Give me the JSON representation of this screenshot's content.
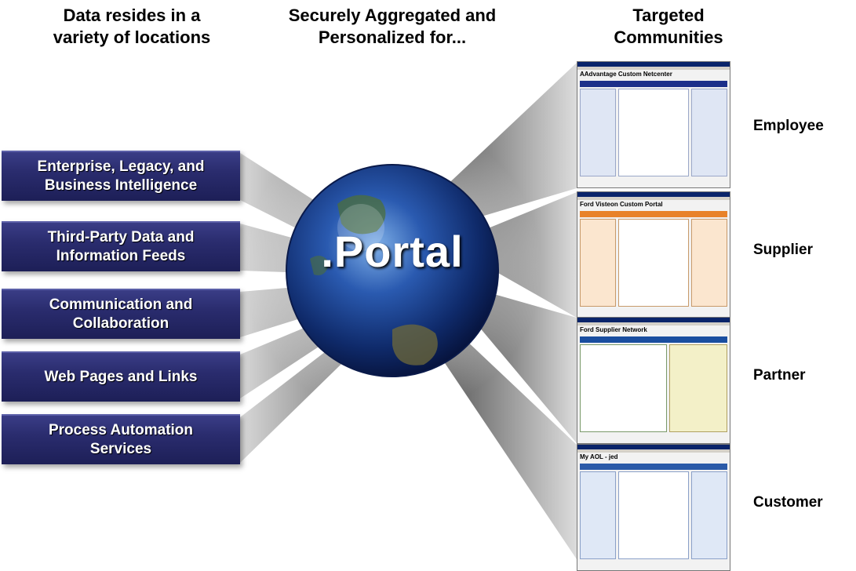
{
  "headers": {
    "left": "Data resides in a\nvariety of locations",
    "center": "Securely Aggregated and\nPersonalized for...",
    "right": "Targeted\nCommunities"
  },
  "sources": [
    "Enterprise, Legacy, and\nBusiness Intelligence",
    "Third-Party Data and\nInformation Feeds",
    "Communication and\nCollaboration",
    "Web Pages and Links",
    "Process Automation\nServices"
  ],
  "center_label": ".Portal",
  "communities": [
    "Employee",
    "Supplier",
    "Partner",
    "Customer"
  ],
  "screenshots": [
    {
      "title": "AAdvantage Custom Netcenter",
      "accent": "#1c2f8a"
    },
    {
      "title": "Ford Visteon Custom Portal",
      "accent": "#e8822a"
    },
    {
      "title": "Ford Supplier Network",
      "accent": "#1a4ea0"
    },
    {
      "title": "My AOL - jed",
      "accent": "#2b5aa8"
    }
  ],
  "colors": {
    "box": "#2a2c6e",
    "globe": "#1e3f8c",
    "ray": "#9a9a9a"
  }
}
